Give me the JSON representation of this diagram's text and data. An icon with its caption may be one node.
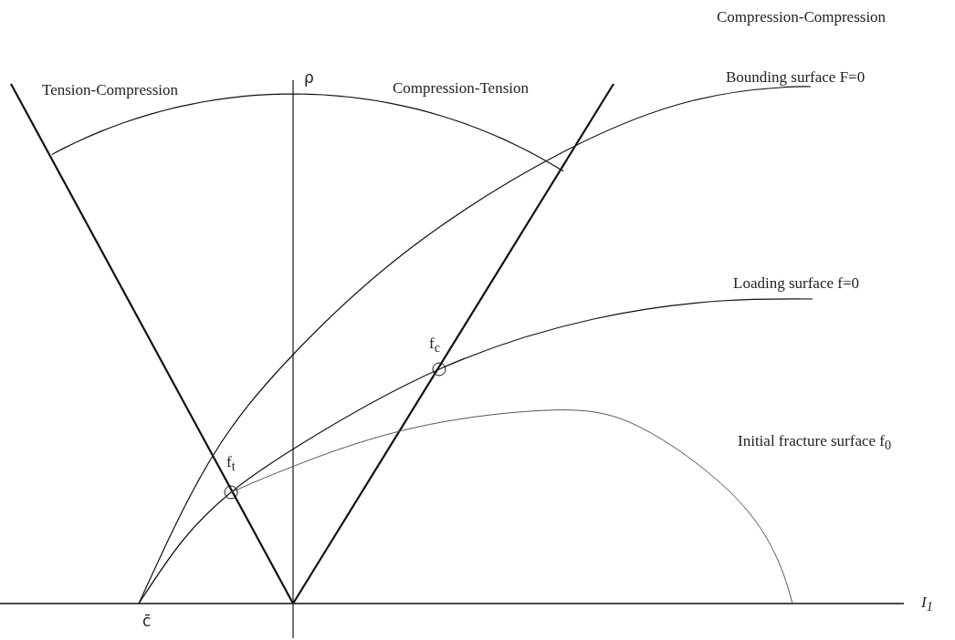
{
  "diagram": {
    "labels": [
      "Compression-Compression",
      "Tension-Compression",
      "ρ",
      "Compression-Tension",
      "Bounding surface F=0",
      "Loading surface f=0",
      "f$_{c}$",
      "f$_{t}$",
      "Initial fracture surface f$_{0}$",
      "c̄",
      "I$_{1}$"
    ]
  }
}
